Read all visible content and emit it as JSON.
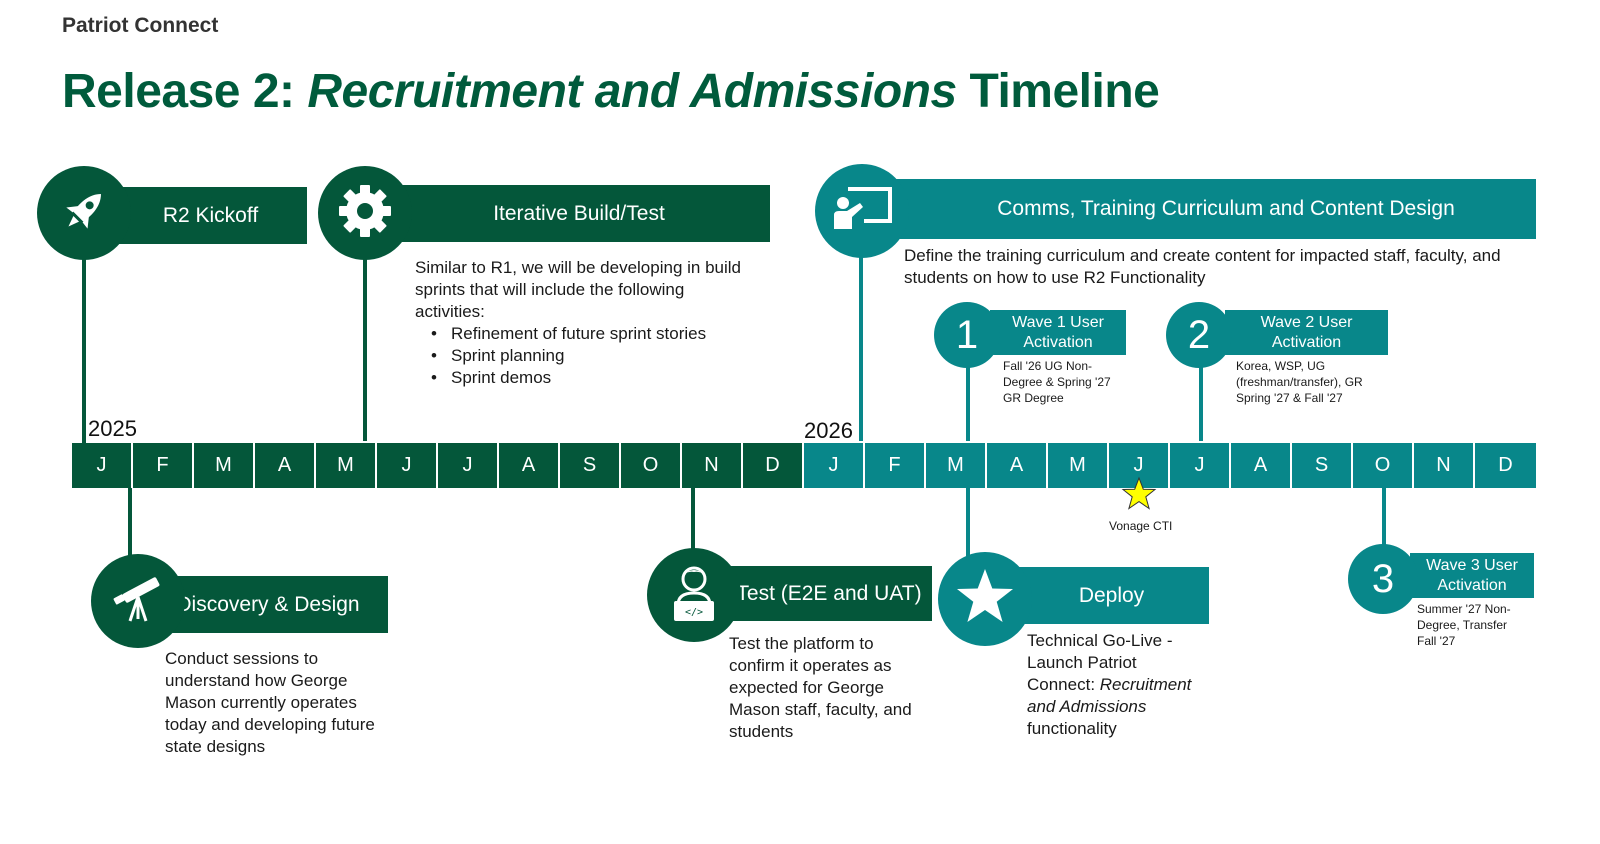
{
  "header": {
    "brand": "Patriot Connect",
    "title_prefix": "Release 2: ",
    "title_italic": "Recruitment and Admissions",
    "title_suffix": " Timeline"
  },
  "milestones": {
    "kickoff": {
      "label": "R2 Kickoff",
      "icon": "rocket-icon"
    },
    "build": {
      "label": "Iterative Build/Test",
      "icon": "gear-icon",
      "intro": "Similar to R1, we will be developing in build sprints that will include the following activities:",
      "bullets": [
        "Refinement of future sprint stories",
        "Sprint planning",
        "Sprint demos"
      ]
    },
    "comms": {
      "label": "Comms, Training Curriculum and Content Design",
      "icon": "presentation-icon",
      "desc": "Define the training curriculum and create content for impacted staff, faculty, and students on how to use R2 Functionality"
    },
    "wave1": {
      "number": "1",
      "label": "Wave 1 User Activation",
      "desc": "Fall '26 UG Non-Degree & Spring '27 GR Degree"
    },
    "wave2": {
      "number": "2",
      "label": "Wave 2 User Activation",
      "desc": "Korea, WSP, UG (freshman/transfer), GR Spring '27 & Fall '27"
    },
    "discovery": {
      "label": "Discovery & Design",
      "icon": "telescope-icon",
      "desc": "Conduct sessions to understand how George Mason currently operates today and developing future state designs"
    },
    "test": {
      "label": "Test (E2E and UAT)",
      "icon": "developer-icon",
      "desc": "Test the platform to confirm it operates as expected for George Mason staff, faculty, and students"
    },
    "deploy": {
      "label": "Deploy",
      "icon": "star-icon",
      "desc_1": "Technical Go-Live -",
      "desc_2": "Launch Patriot Connect: ",
      "desc_italic": "Recruitment and Admissions",
      "desc_3": " functionality"
    },
    "wave3": {
      "number": "3",
      "label": "Wave 3 User Activation",
      "desc": "Summer '27 Non-Degree, Transfer Fall '27"
    },
    "vonage": {
      "label": "Vonage CTI",
      "icon": "star-marker-icon"
    }
  },
  "timeline": {
    "year_2025": "2025",
    "year_2026": "2026",
    "months_2025": [
      "J",
      "F",
      "M",
      "A",
      "M",
      "J",
      "J",
      "A",
      "S",
      "O",
      "N",
      "D"
    ],
    "months_2026": [
      "J",
      "F",
      "M",
      "A",
      "M",
      "J",
      "J",
      "A",
      "S",
      "O",
      "N",
      "D"
    ]
  },
  "colors": {
    "dark_green": "#04573a",
    "teal": "#08878a",
    "star_yellow": "#ffff00"
  }
}
